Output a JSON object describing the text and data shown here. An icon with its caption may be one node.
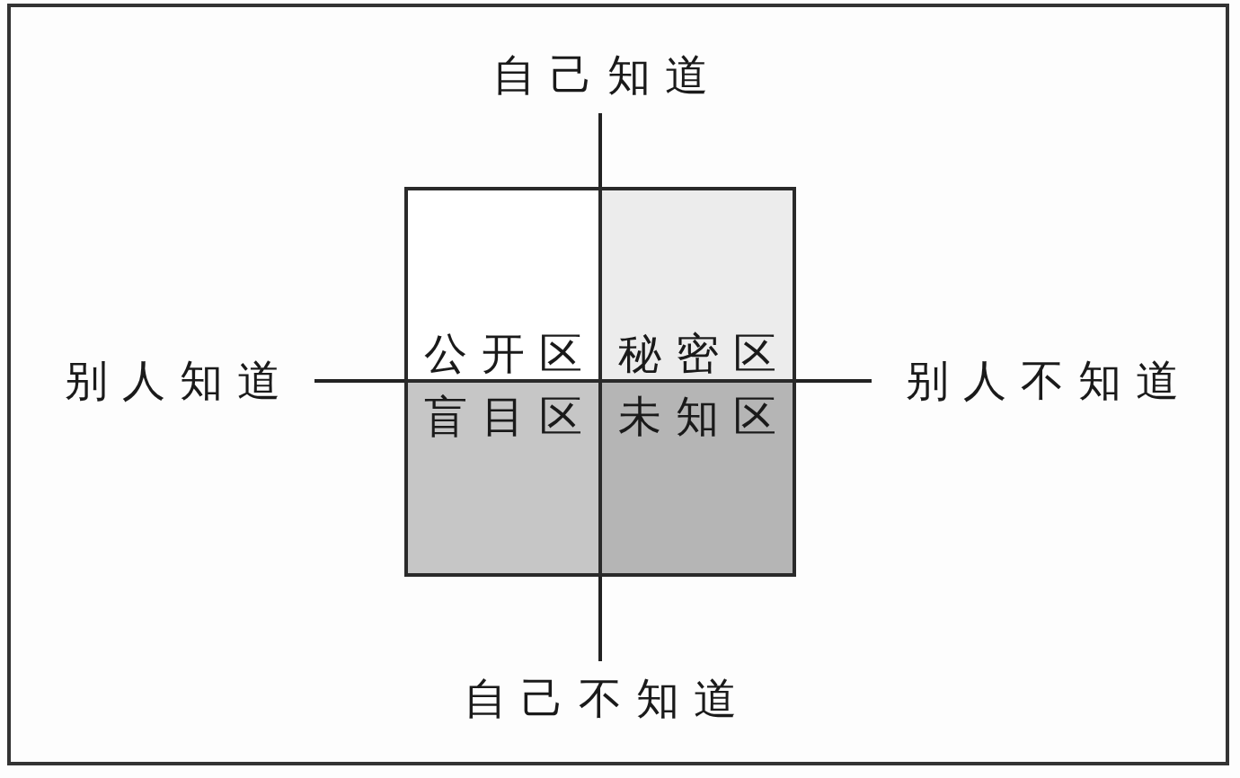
{
  "diagram": {
    "nodes": [
      {
        "text": [
          "公开区"
        ]
      },
      {
        "text": [
          "秘密区"
        ]
      },
      {
        "text": [
          "盲目区"
        ]
      },
      {
        "text": [
          "未知区"
        ]
      }
    ],
    "labels": [
      "自己知道",
      "别人知道",
      "别人不知道",
      "自己不知道"
    ]
  }
}
